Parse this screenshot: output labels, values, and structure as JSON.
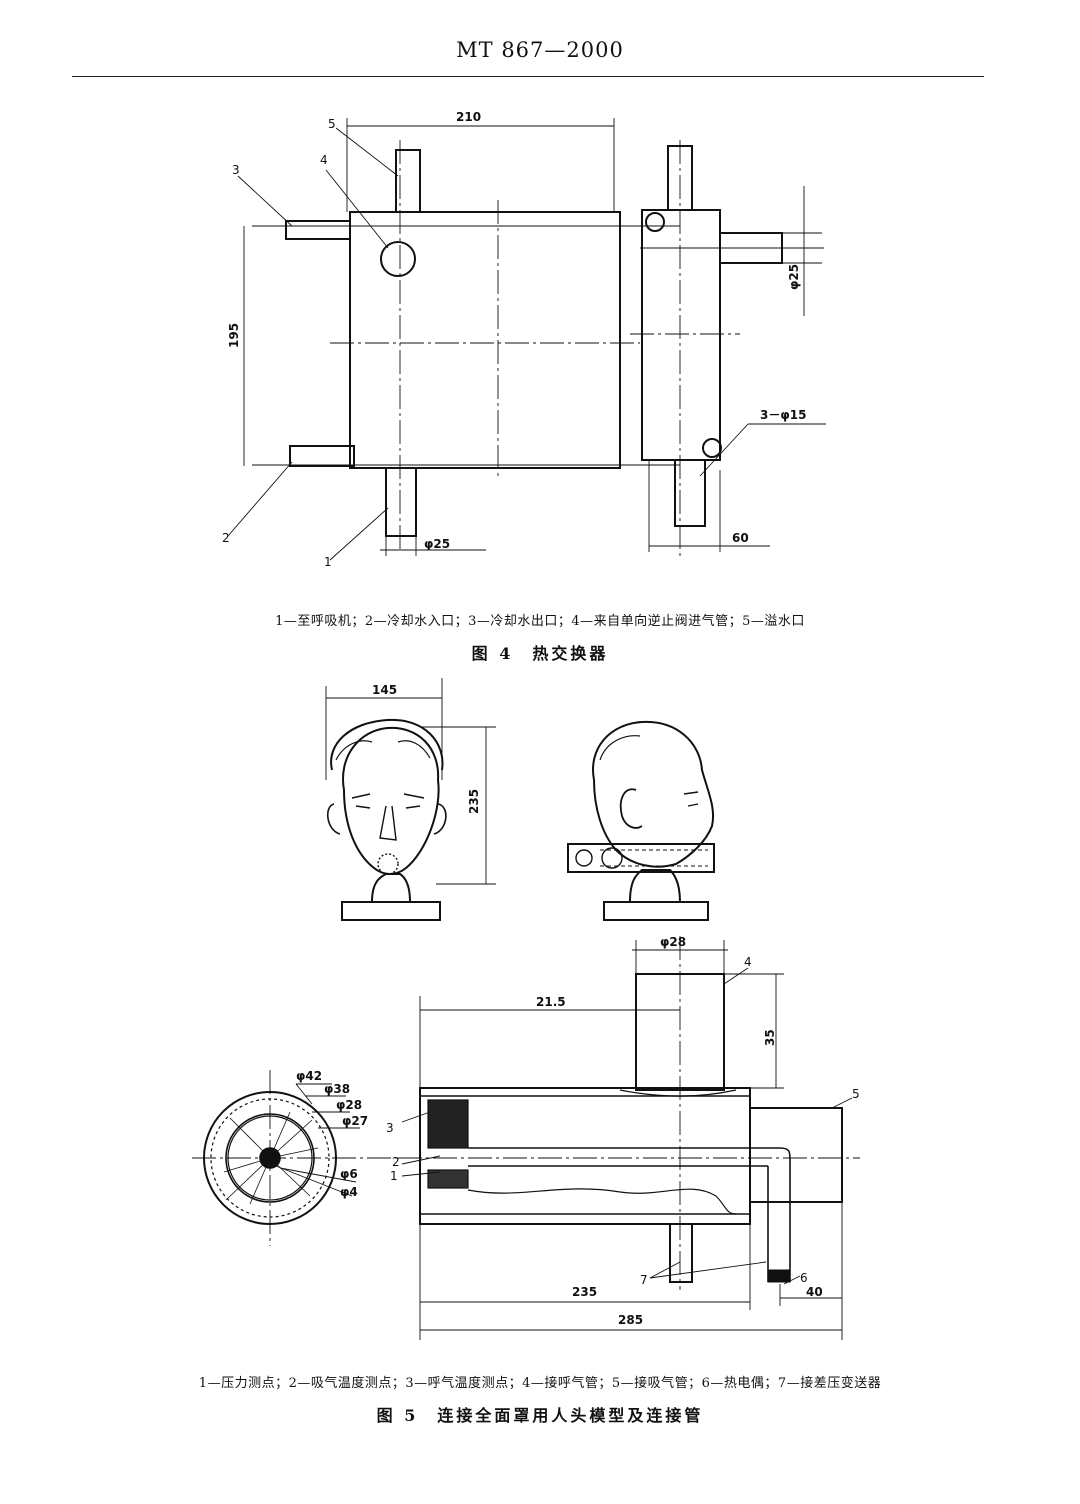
{
  "header": {
    "standard": "MT 867—2000"
  },
  "figure4": {
    "caption": "图 4　热交换器",
    "legend": "1—至呼吸机；2—冷却水入口；3—冷却水出口；4—来自单向逆止阀进气管；5—溢水口",
    "dims": {
      "width": "210",
      "height": "195",
      "pipe_dia": "φ25",
      "side_pipe_dia": "φ25",
      "holes": "3－φ15",
      "side_width": "60"
    },
    "labels": [
      "1",
      "2",
      "3",
      "4",
      "5"
    ]
  },
  "figure5": {
    "caption": "图 5　连接全面罩用人头模型及连接管",
    "legend": "1—压力测点；2—吸气温度测点；3—呼气温度测点；4—接呼气管；5—接吸气管；6—热电偶；7—接差压变送器",
    "head_dims": {
      "width": "145",
      "height": "235"
    },
    "tube_dims": {
      "top_dia": "φ28",
      "offset": "21.5",
      "top_height": "35",
      "length_inner": "235",
      "length_total": "285",
      "end": "40"
    },
    "circle_dims": [
      "φ42",
      "φ38",
      "φ28",
      "φ27",
      "φ6",
      "φ4"
    ],
    "labels": [
      "1",
      "2",
      "3",
      "4",
      "5",
      "6",
      "7"
    ]
  }
}
